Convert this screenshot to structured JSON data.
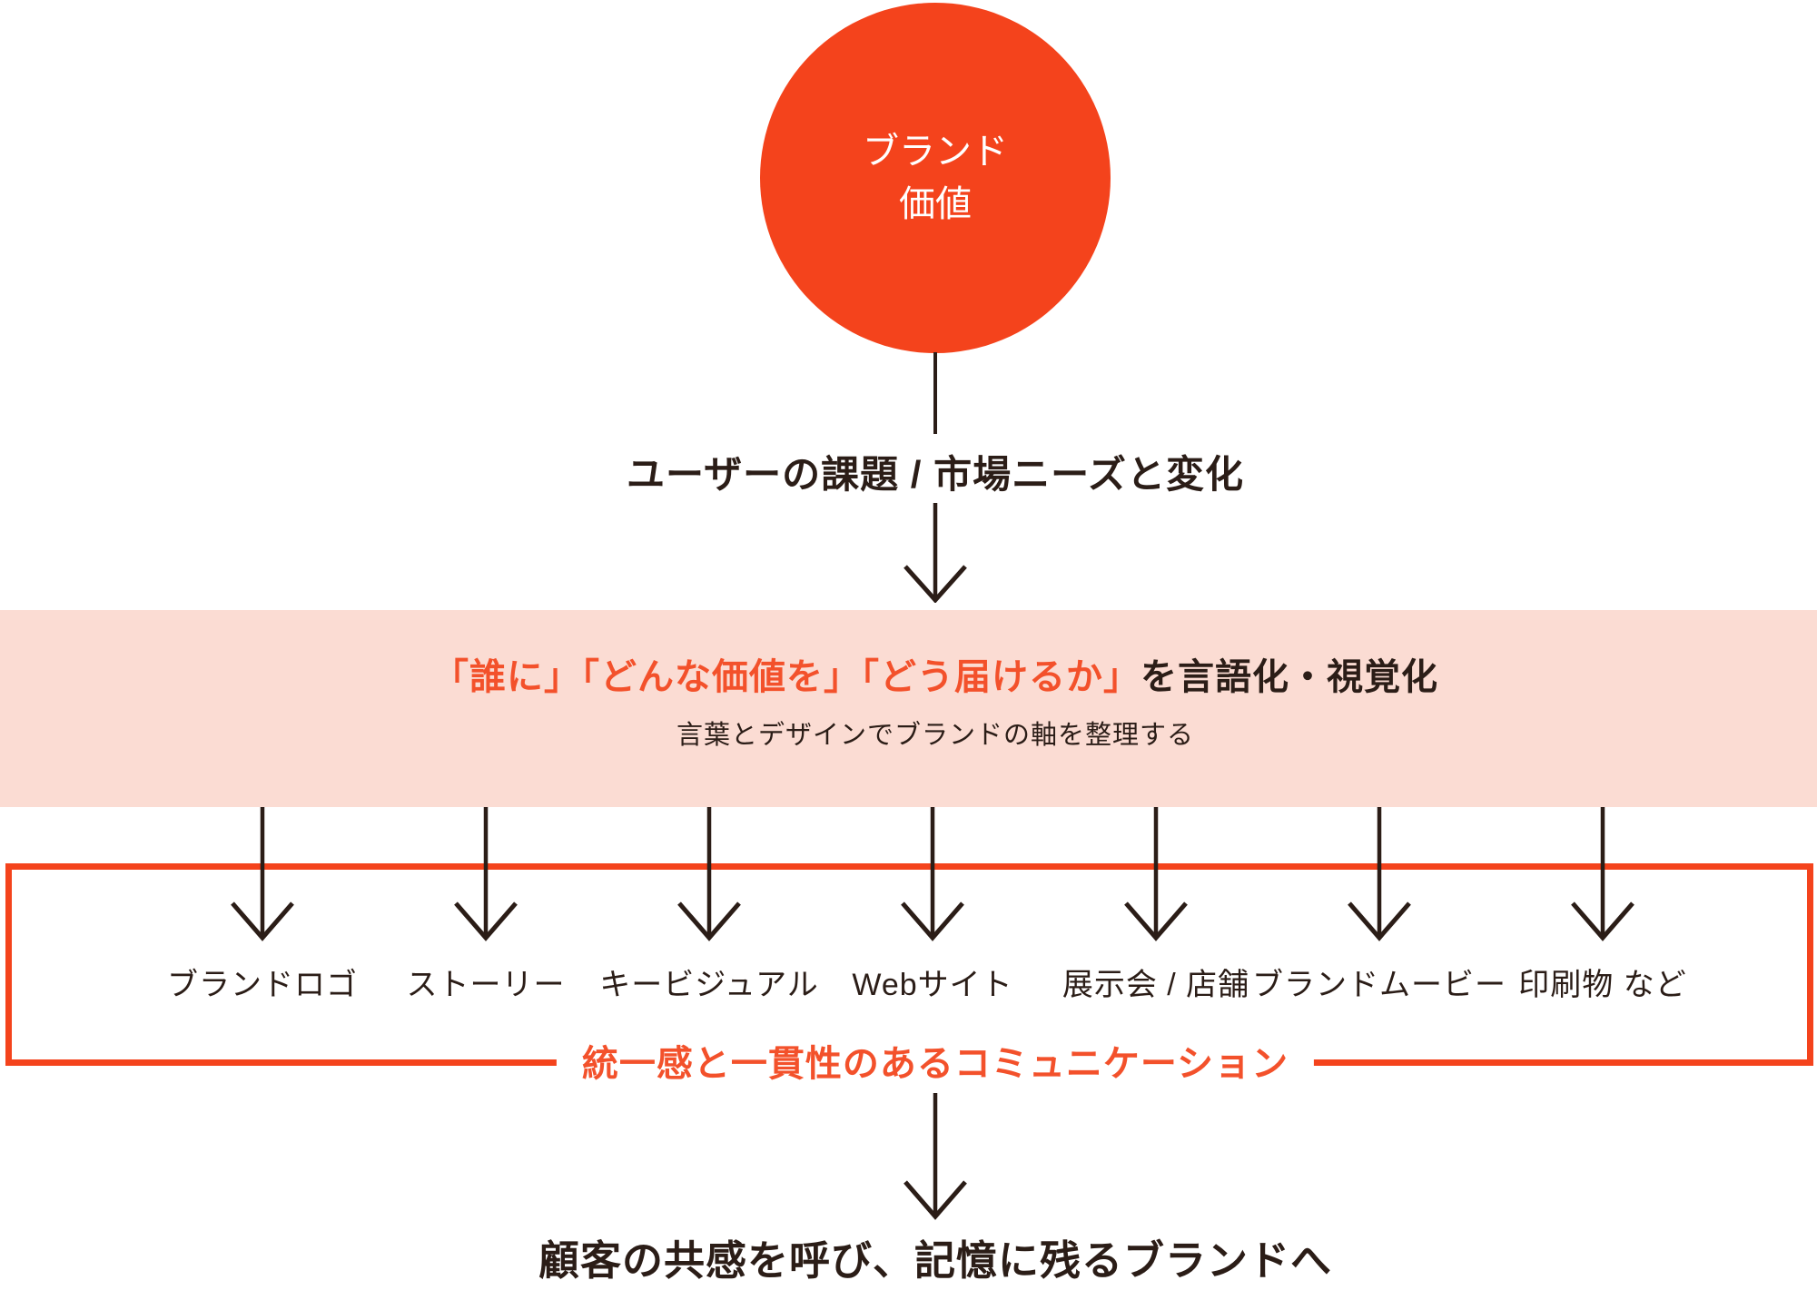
{
  "diagram": {
    "circle": {
      "line1": "ブランド",
      "line2": "価値"
    },
    "step1": {
      "label": "ユーザーの課題 / 市場ニーズと変化"
    },
    "band": {
      "highlight": "「誰に」「どんな価値を」「どう届けるか」",
      "suffix": "を言語化・視覚化",
      "subtext": "言葉とデザインでブランドの軸を整理する"
    },
    "outputs": {
      "items": [
        {
          "label": "ブランドロゴ"
        },
        {
          "label": "ストーリー"
        },
        {
          "label": "キービジュアル"
        },
        {
          "label": "Webサイト"
        },
        {
          "label": "展示会 / 店舗"
        },
        {
          "label": "ブランドムービー"
        },
        {
          "label": "印刷物 など"
        }
      ],
      "caption": "統一感と一貫性のあるコミュニケーション"
    },
    "outcome": {
      "label": "顧客の共感を呼び、記憶に残るブランドへ"
    }
  },
  "colors": {
    "accent": "#F4431C",
    "accent_text": "#F3512B",
    "band_background": "#FBDCD3",
    "text_dark": "#2B1D17"
  }
}
